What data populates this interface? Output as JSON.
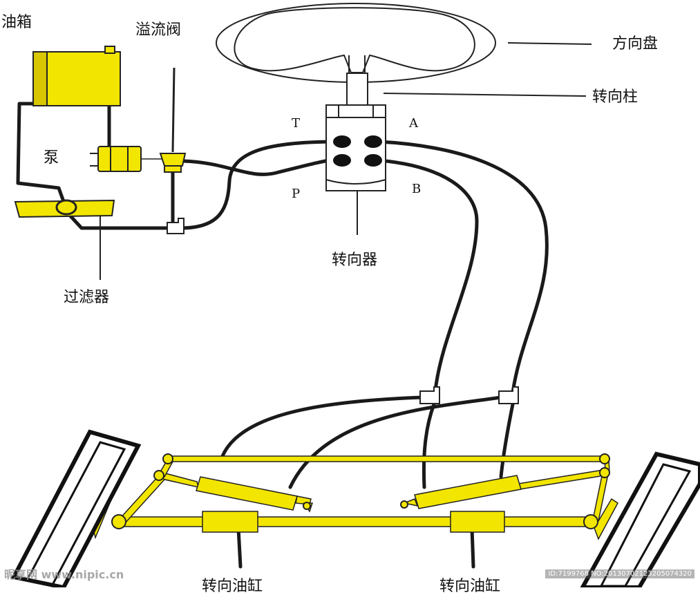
{
  "labels": {
    "tank": "油箱",
    "relief_valve": "溢流阀",
    "steering_wheel": "方向盘",
    "steering_column": "转向柱",
    "pump": "泵",
    "port_t": "T",
    "port_a": "A",
    "port_p": "P",
    "port_b": "B",
    "steering_unit": "转向器",
    "filter": "过滤器",
    "steering_cylinder_left": "转向油缸",
    "steering_cylinder_right": "转向油缸"
  },
  "watermark": {
    "site": "昵享网 www.nipic.cn",
    "id": "ID:7199768 NO:20130702123205074320"
  },
  "colors": {
    "component_yellow": "#f2e500",
    "component_yellow_dark": "#d8c700",
    "hose": "#1a1a1a",
    "outline": "#222222",
    "port_fill": "#111111"
  }
}
